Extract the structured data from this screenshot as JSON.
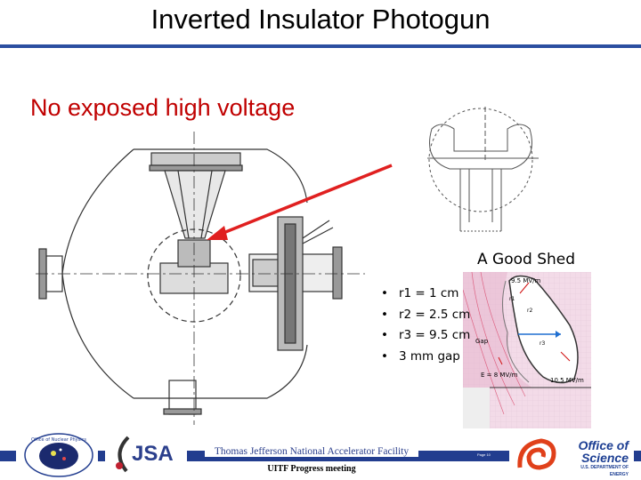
{
  "slide": {
    "title": "Inverted Insulator Photogun",
    "subtitle": "No exposed high voltage"
  },
  "shed": {
    "title": "A Good Shed",
    "bullets": [
      "r1 = 1 cm",
      "r2 = 2.5 cm",
      "r3 = 9.5 cm",
      "3 mm gap"
    ],
    "labels": {
      "top_field": "9.5 MV/m",
      "r2": "r2",
      "r1": "r1",
      "r3": "r3",
      "gap": "Gap",
      "e_field": "E = 8 MV/m",
      "bottom_field": "10.5 MV/m"
    }
  },
  "footer": {
    "lab_name": "Thomas Jefferson National Accelerator Facility",
    "meeting": "UITF Progress meeting",
    "page": "Page 10",
    "office_line1": "Office of",
    "office_line2": "Science",
    "office_line3": "U.S. DEPARTMENT OF ENERGY",
    "jsa": "JSA",
    "nuclear_physics": "Office of Nuclear Physics"
  },
  "colors": {
    "title_rule": "#2b4fa0",
    "subtitle": "#c00000",
    "arrow": "#e02020",
    "footer_bar": "#223d8f"
  }
}
